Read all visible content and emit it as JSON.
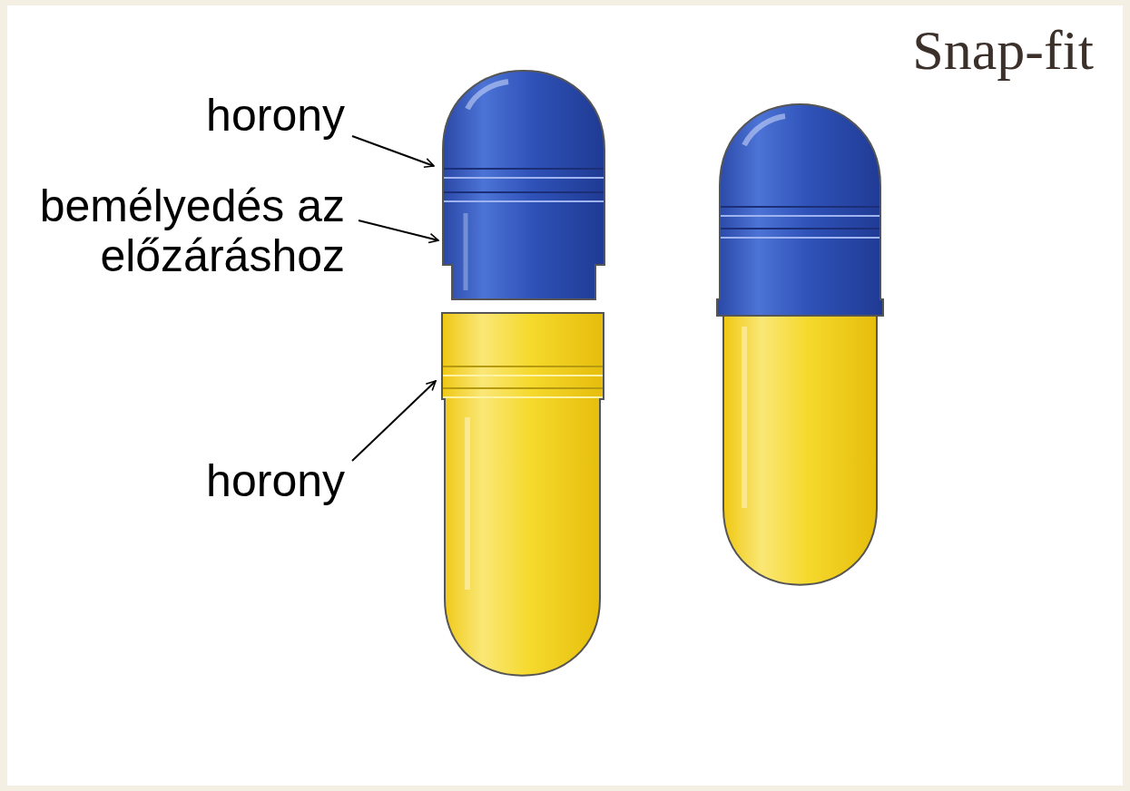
{
  "diagram": {
    "title": "Snap-fit",
    "labels": [
      "horony",
      "bemélyedés az előzáráshoz",
      "horony"
    ]
  }
}
